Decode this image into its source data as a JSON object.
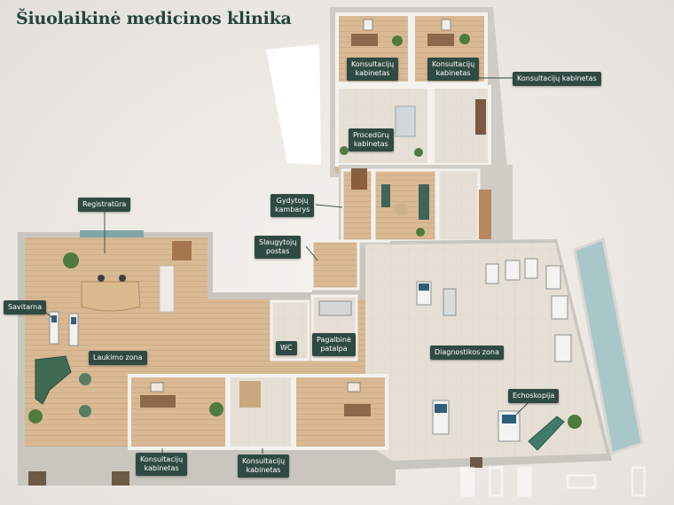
{
  "title": "Šiuolaikinė medicinos klinika",
  "labels": {
    "konsultaciju_kabinetas_top_left": [
      "Konsultacijų",
      "kabinetas"
    ],
    "konsultaciju_kabinetas_top_right": [
      "Konsultacijų",
      "kabinetas"
    ],
    "konsultaciju_kabinetas_callout": [
      "Konsultacijų kabinetas"
    ],
    "proceduru_kabinetas": [
      "Procedūrų",
      "kabinetas"
    ],
    "gydytoju_kambarys": [
      "Gydytojų",
      "kambarys"
    ],
    "slaugytoju_postas": [
      "Slaugytojų",
      "postas"
    ],
    "registratura": [
      "Registratūra"
    ],
    "savitarna": [
      "Savitarna"
    ],
    "laukimo_zona": [
      "Laukimo zona"
    ],
    "wc": [
      "WC"
    ],
    "pagalbine_patalpa": [
      "Pagalbinė",
      "patalpa"
    ],
    "diagnostikos_zona": [
      "Diagnostikos zona"
    ],
    "echoskopija": [
      "Echoskopija"
    ],
    "konsultaciju_kabinetas_bottom_left": [
      "Konsultacijų",
      "kabinetas"
    ],
    "konsultaciju_kabinetas_bottom_mid": [
      "Konsultacijų",
      "kabinetas"
    ]
  },
  "colors": {
    "label_bg": "#2f4a42",
    "title": "#24443a",
    "wall": "#d9d6d1",
    "floor_wood": "#d7b892",
    "floor_tile": "#e4ddd3",
    "plant": "#4f7a3e",
    "sofa": "#3f6b52"
  }
}
